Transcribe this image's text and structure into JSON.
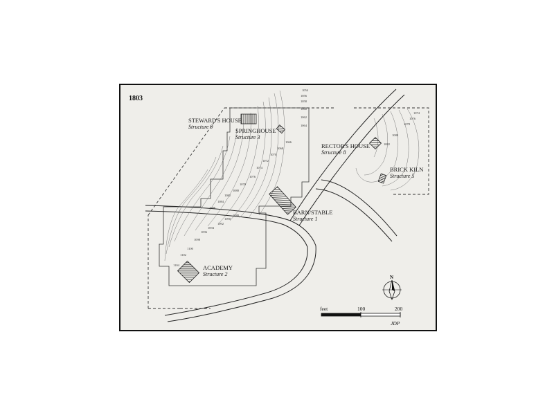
{
  "map": {
    "year": "1803",
    "structures": [
      {
        "name": "STEWARD'S HOUSE",
        "label": "Structure 9"
      },
      {
        "name": "SPRINGHOUSE",
        "label": "Structure 3"
      },
      {
        "name": "RECTOR'S HOUSE",
        "label": "Structure 8"
      },
      {
        "name": "BRICK KILN",
        "label": "Structure 5"
      },
      {
        "name": "BARN/STABLE",
        "label": "Structure 1"
      },
      {
        "name": "ACADEMY",
        "label": "Structure 2"
      }
    ],
    "contours": [
      "1054",
      "1056",
      "1058",
      "1060",
      "1062",
      "1064",
      "1066",
      "1068",
      "1070",
      "1072",
      "1074",
      "1076",
      "1078",
      "1080",
      "1082",
      "1084",
      "1086",
      "1088",
      "1090",
      "1092",
      "1094",
      "1096",
      "1098",
      "1100",
      "1102",
      "1104"
    ],
    "rector_contours": [
      "1074",
      "1076",
      "1078",
      "1080",
      "1082"
    ],
    "scale": {
      "unit": "feet",
      "mid": "100",
      "max": "200"
    },
    "north": "N",
    "credit": "JDP"
  }
}
